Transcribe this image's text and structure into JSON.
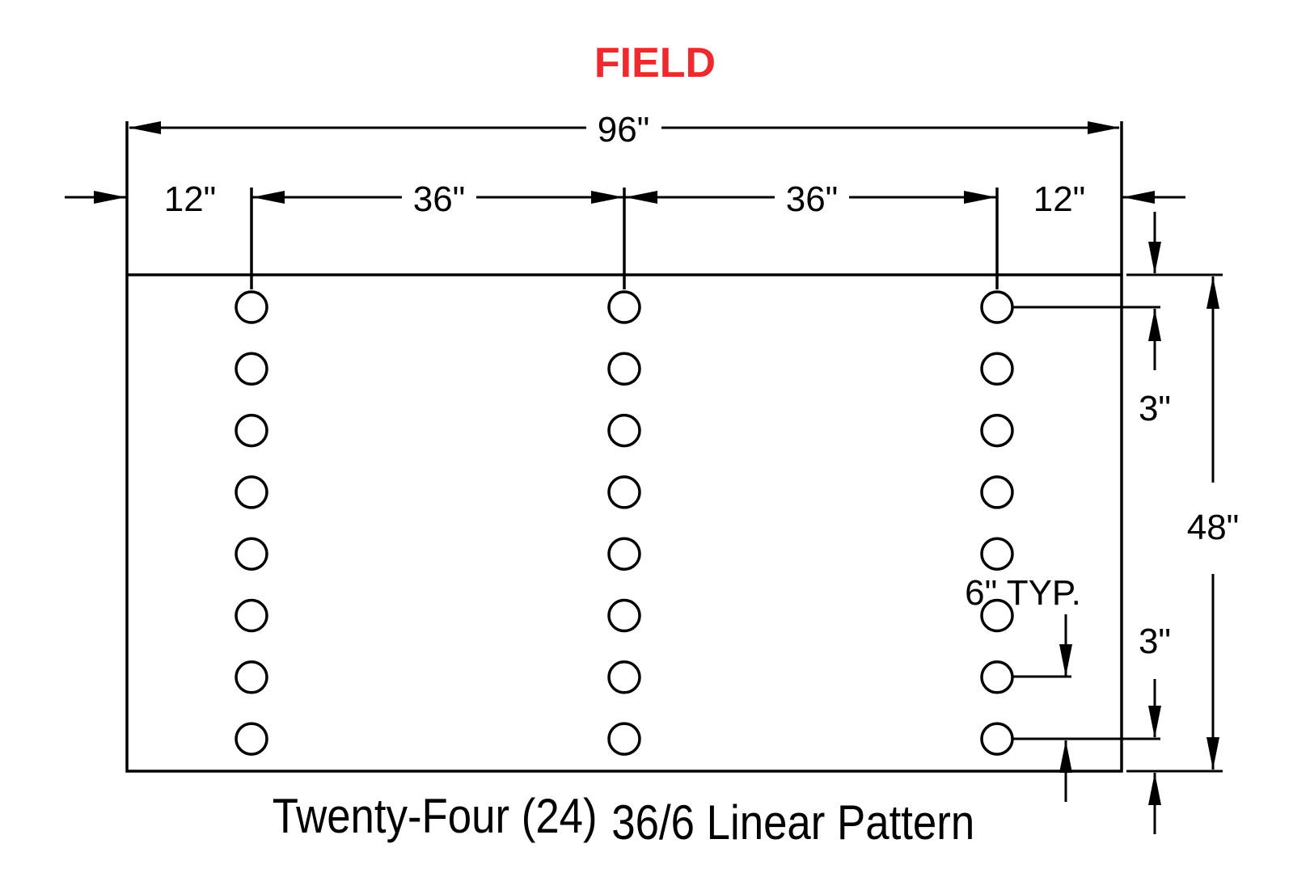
{
  "title": "FIELD",
  "dimensions": {
    "overall_width": "96\"",
    "left_edge": "12\"",
    "spacing_1": "36\"",
    "spacing_2": "36\"",
    "right_edge": "12\"",
    "top_offset": "3\"",
    "bottom_offset": "3\"",
    "overall_height": "48\"",
    "hole_pitch": "6\" TYP."
  },
  "caption": {
    "part1": "Twenty-Four (24)",
    "part2": "36/6 Linear Pattern"
  },
  "pattern": {
    "columns": 3,
    "rows": 8
  },
  "colors": {
    "title": "#ee2a2e",
    "line": "#000000"
  }
}
